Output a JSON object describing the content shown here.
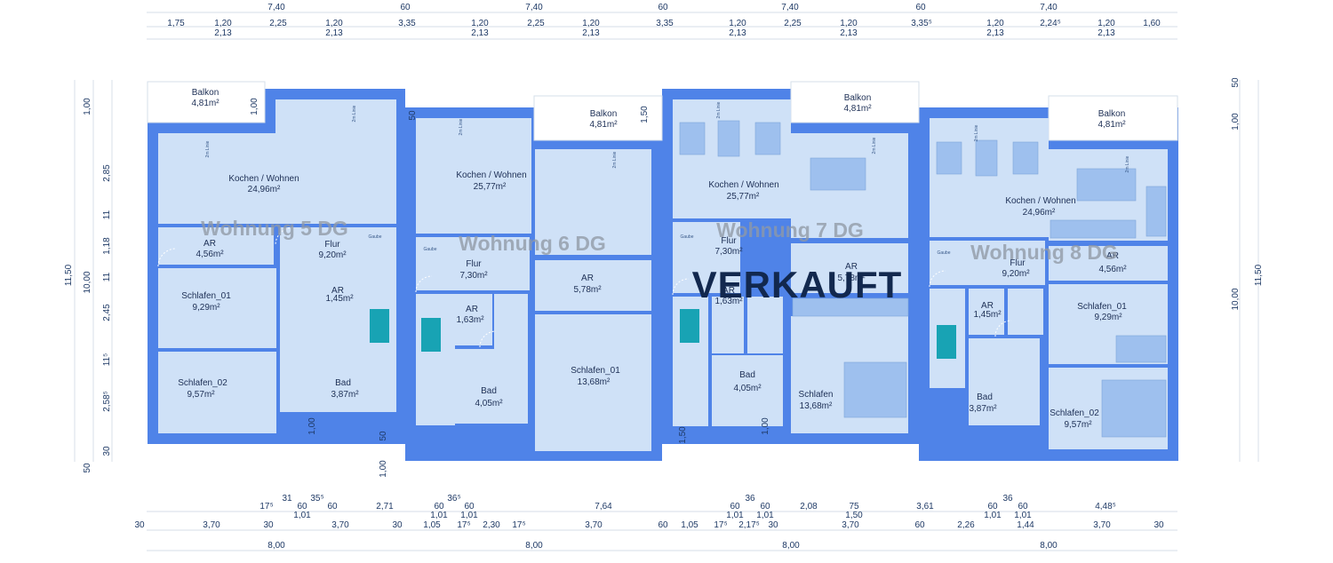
{
  "status_label": "VERKAUFT",
  "units": [
    {
      "name": "Wohnung 5 DG",
      "rooms": [
        {
          "name": "Balkon",
          "area": "4,81m²"
        },
        {
          "name": "Kochen / Wohnen",
          "area": "24,96m²"
        },
        {
          "name": "AR",
          "area": "4,56m²"
        },
        {
          "name": "Flur",
          "area": "9,20m²"
        },
        {
          "name": "Schlafen_01",
          "area": "9,29m²"
        },
        {
          "name": "AR",
          "area": "1,45m²"
        },
        {
          "name": "Schlafen_02",
          "area": "9,57m²"
        },
        {
          "name": "Bad",
          "area": "3,87m²"
        }
      ]
    },
    {
      "name": "Wohnung 6 DG",
      "rooms": [
        {
          "name": "Balkon",
          "area": "4,81m²"
        },
        {
          "name": "Kochen / Wohnen",
          "area": "25,77m²"
        },
        {
          "name": "Flur",
          "area": "7,30m²"
        },
        {
          "name": "AR",
          "area": "5,78m²"
        },
        {
          "name": "AR",
          "area": "1,63m²"
        },
        {
          "name": "Bad",
          "area": "4,05m²"
        },
        {
          "name": "Schlafen_01",
          "area": "13,68m²"
        }
      ]
    },
    {
      "name": "Wohnung 7 DG",
      "rooms": [
        {
          "name": "Balkon",
          "area": "4,81m²"
        },
        {
          "name": "Kochen / Wohnen",
          "area": "25,77m²"
        },
        {
          "name": "Flur",
          "area": "7,30m²"
        },
        {
          "name": "AR",
          "area": "5,78m²"
        },
        {
          "name": "AR",
          "area": "1,63m²"
        },
        {
          "name": "Bad",
          "area": "4,05m²"
        },
        {
          "name": "Schlafen",
          "area": "13,68m²"
        }
      ]
    },
    {
      "name": "Wohnung 8 DG",
      "rooms": [
        {
          "name": "Balkon",
          "area": "4,81m²"
        },
        {
          "name": "Kochen / Wohnen",
          "area": "24,96m²"
        },
        {
          "name": "Flur",
          "area": "9,20m²"
        },
        {
          "name": "AR",
          "area": "4,56m²"
        },
        {
          "name": "AR",
          "area": "1,45m²"
        },
        {
          "name": "Schlafen_01",
          "area": "9,29m²"
        },
        {
          "name": "Bad",
          "area": "3,87m²"
        },
        {
          "name": "Schlafen_02",
          "area": "9,57m²"
        }
      ]
    }
  ],
  "annotations": {
    "gaube": "Gaube",
    "line_2m": "2m Linie"
  },
  "dims": {
    "top_row1": [
      "7,40",
      "60",
      "7,40",
      "60",
      "7,40",
      "60",
      "7,40"
    ],
    "top_row2": [
      "1,75",
      "1,20",
      "2,25",
      "1,20",
      "3,35",
      "1,20",
      "2,25",
      "1,20",
      "3,35",
      "1,20",
      "2,25",
      "1,20",
      "3,35⁵",
      "1,20",
      "2,24⁵",
      "1,20",
      "1,60"
    ],
    "top_row3": [
      "2,13",
      "2,13",
      "2,13",
      "2,13",
      "2,13",
      "2,13",
      "2,13",
      "2,13"
    ],
    "left_outer": "11,50",
    "left_mid": "10,00",
    "left_inner": [
      "1,00",
      "2,85",
      "11",
      "1,18",
      "11",
      "2,45",
      "11⁵",
      "2,58⁵",
      "30",
      "50"
    ],
    "right_outer": "11,50",
    "right_mid": "10,00",
    "right_inner": [
      "50",
      "1,00"
    ],
    "plan_vert": [
      "1,00",
      "50",
      "1,50",
      "1,00",
      "50",
      "1,00",
      "1,50",
      "1,00"
    ],
    "bottom_row1": [
      "17⁵",
      "31",
      "60",
      "35⁵",
      "60",
      "2,71",
      "60",
      "36⁵",
      "60",
      "7,64",
      "60",
      "36",
      "60",
      "2,08",
      "75",
      "3,61",
      "60",
      "36",
      "60",
      "4,48⁵"
    ],
    "bottom_row2": [
      "1,01",
      "1,01",
      "1,01",
      "1,01",
      "1,01",
      "1,50",
      "1,01",
      "1,01"
    ],
    "bottom_row3": [
      "30",
      "3,70",
      "30",
      "3,70",
      "30",
      "1,05",
      "17⁵",
      "2,30",
      "17⁵",
      "3,70",
      "60",
      "1,05",
      "17⁵",
      "2,17⁵",
      "30",
      "3,70",
      "60",
      "2,26",
      "1,44",
      "3,70",
      "30"
    ],
    "bottom_total": [
      "8,00",
      "8,00",
      "8,00",
      "8,00"
    ]
  }
}
